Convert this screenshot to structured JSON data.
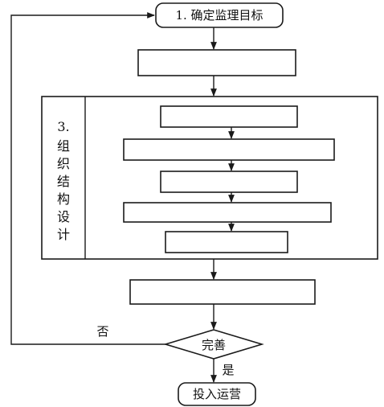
{
  "flowchart": {
    "start_label": "1. 确定监理目标",
    "group_label_number": "3.",
    "group_label_chars": [
      "组",
      "织",
      "结",
      "构",
      "设",
      "计"
    ],
    "decision_label": "完善",
    "no_label": "否",
    "yes_label": "是",
    "end_label": "投入运营"
  }
}
